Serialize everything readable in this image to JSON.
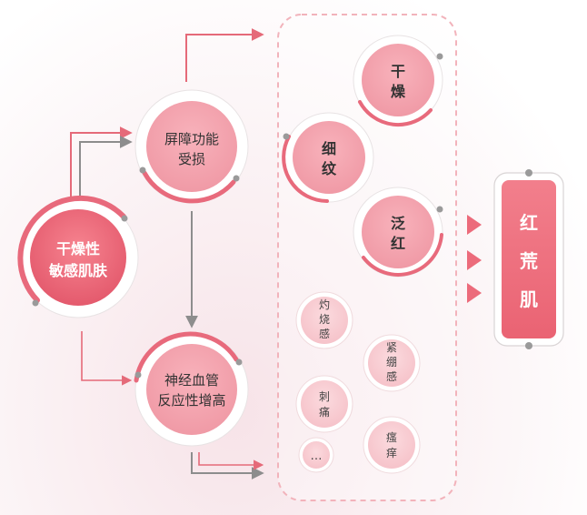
{
  "nodes": {
    "root": [
      "干燥性",
      "敏感肌肤"
    ],
    "barrier": [
      "屏障功能",
      "受损"
    ],
    "neuro": [
      "神经血管",
      "反应性增高"
    ],
    "dry": [
      "干",
      "燥"
    ],
    "fine_lines": [
      "细",
      "纹"
    ],
    "redness": [
      "泛",
      "红"
    ],
    "burning": [
      "灼",
      "烧",
      "感"
    ],
    "tightness": [
      "紧",
      "绷",
      "感"
    ],
    "stinging": [
      "刺",
      "痛"
    ],
    "itching": [
      "瘙",
      "痒"
    ],
    "more": "…",
    "result": [
      "红",
      "荒",
      "肌"
    ]
  },
  "colors": {
    "accent": "#e86a7c",
    "accent_dark": "#d9485e",
    "node_fill": "#f2a2ad",
    "small_fill": "#f7c9cf",
    "arrow_red": "#e56a79",
    "arrow_gray": "#8d8d8d",
    "result_fill": "#ef7482"
  }
}
